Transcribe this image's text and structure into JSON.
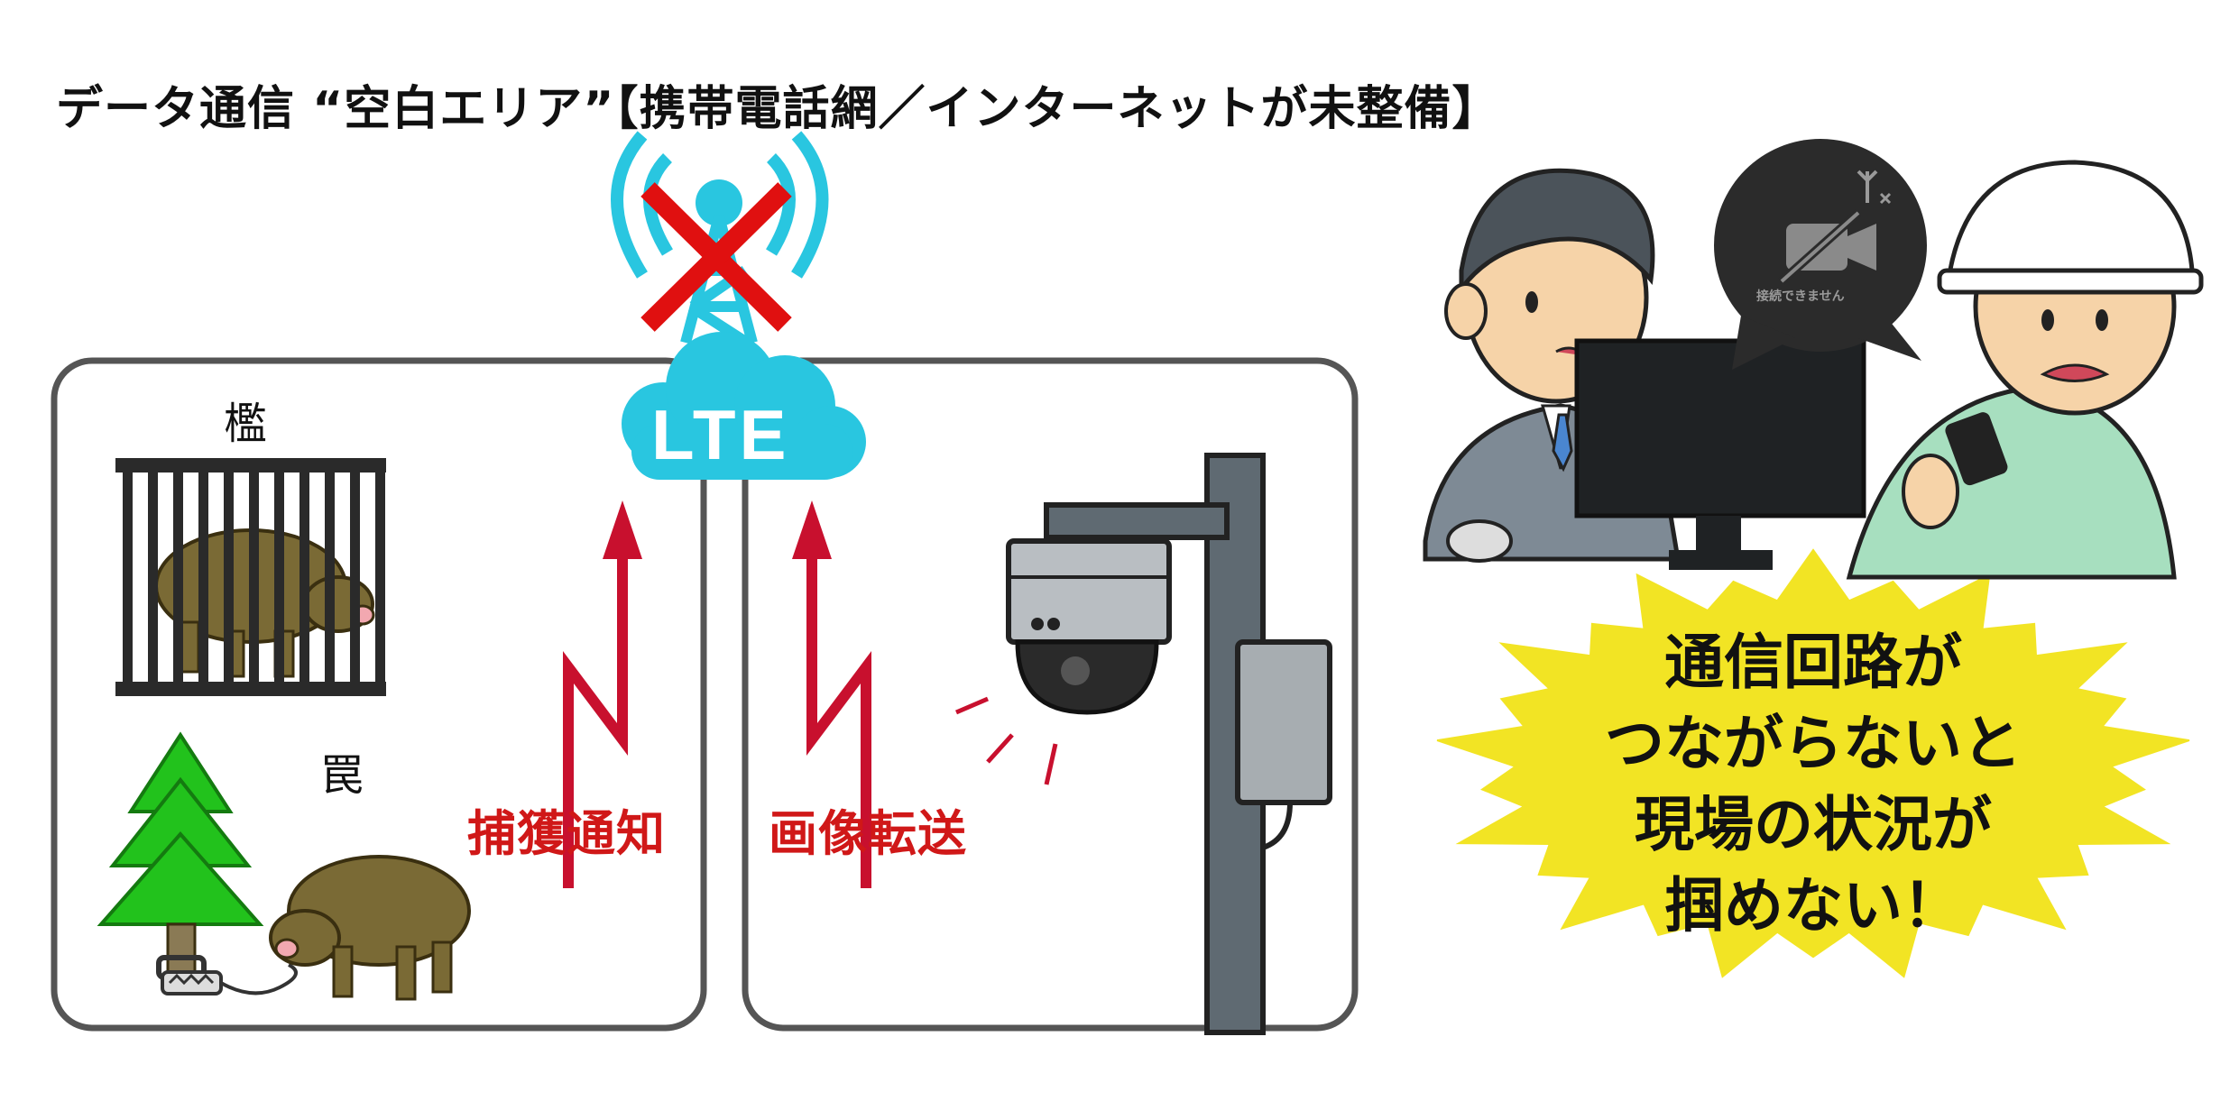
{
  "title": "データ通信 “空白エリア”【携帯電話網／インターネットが未整備】",
  "left_panel": {
    "cage_label": "檻",
    "trap_label": "罠",
    "arrow_label": "捕獲通知"
  },
  "right_panel": {
    "arrow_label": "画像転送"
  },
  "network": {
    "cloud_label": "LTE",
    "status": "unavailable"
  },
  "speech_bubble": {
    "text": "接続できません"
  },
  "burst": {
    "lines": [
      "通信回路が",
      "つながらないと",
      "現場の状況が",
      "掴めない！"
    ]
  },
  "colors": {
    "cyan": "#29c6e0",
    "red_x": "#e01010",
    "signal_red": "#c8102e",
    "tree_green": "#22c21c",
    "boar": "#7a6a35",
    "burst_yellow": "#f2e424",
    "panel_border": "#555555",
    "pole_gray": "#5f6a72"
  },
  "icons": [
    "antenna-tower-icon",
    "cloud-icon",
    "camera-off-icon",
    "no-signal-icon"
  ]
}
